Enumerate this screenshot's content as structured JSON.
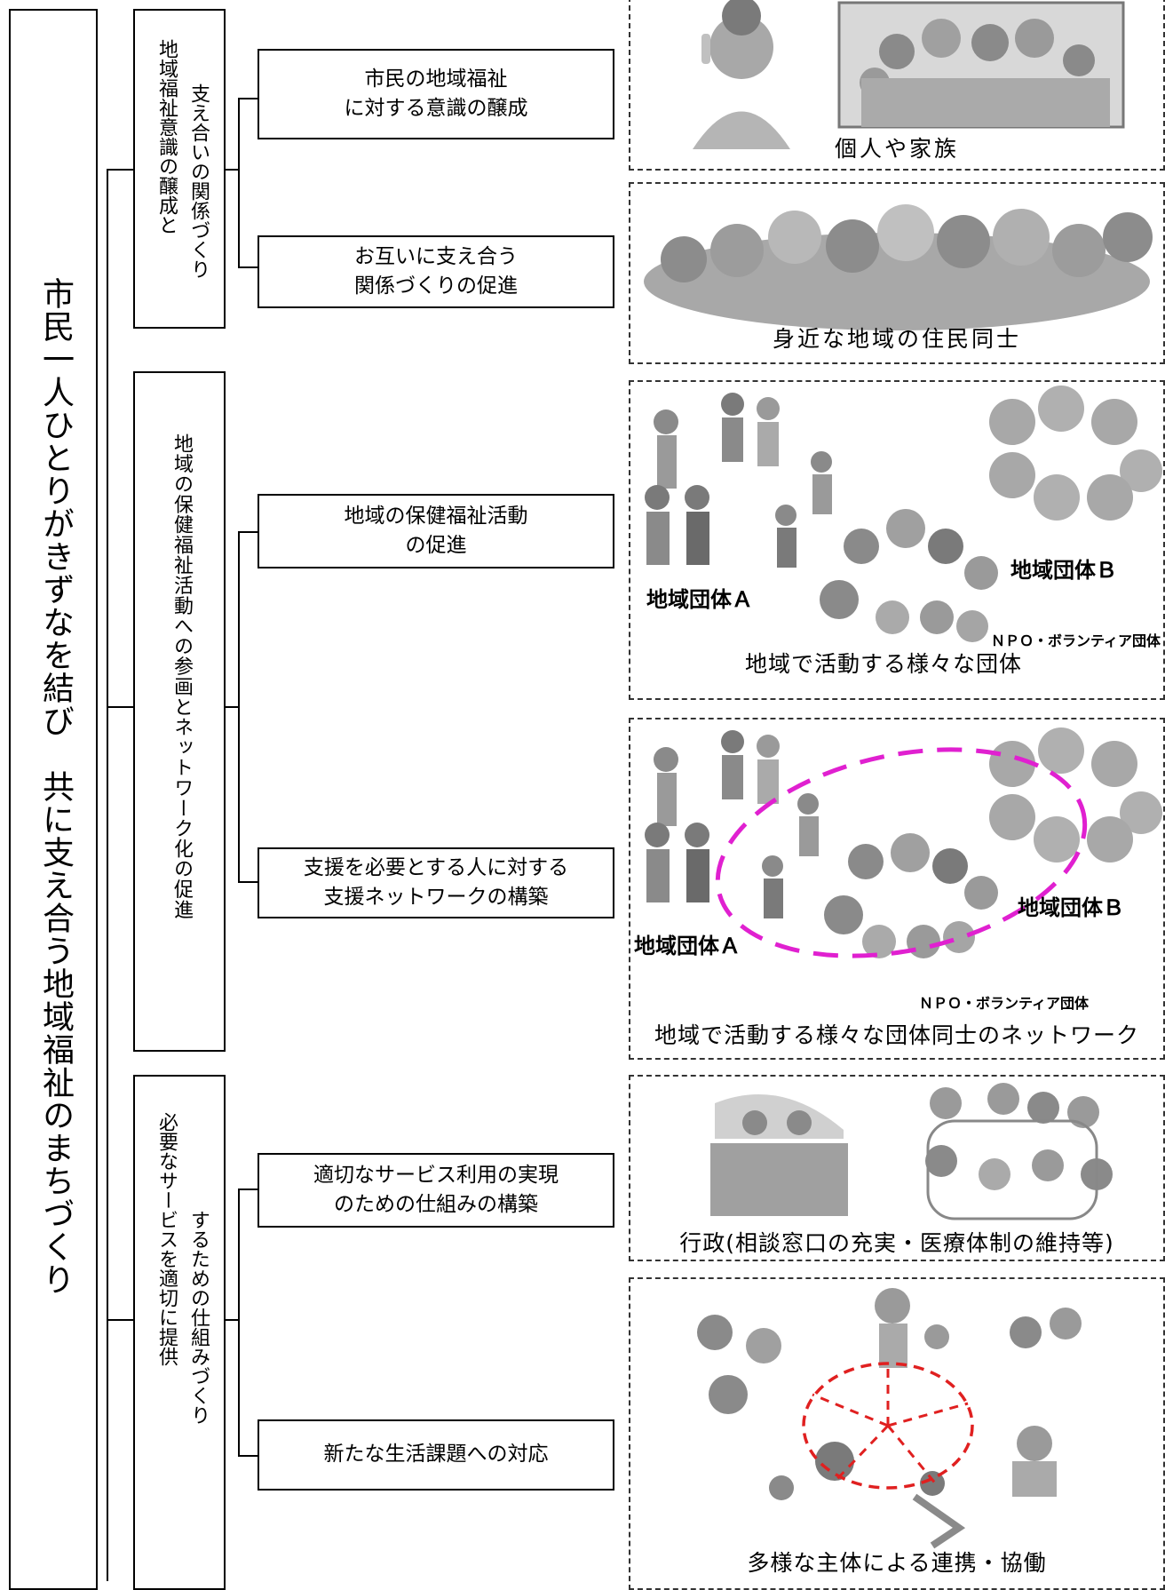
{
  "main_theme": "市民一人ひとりがきずなを結び　共に支え合う地域福祉のまちづくり",
  "goals": [
    {
      "title_col1": "支え合いの関係づくり",
      "title_col2": "地域福祉意識の醸成と"
    },
    {
      "title_col1": "地域の保健福祉活動への参画とネットワーク化の促進"
    },
    {
      "title_col1": "するための仕組みづくり",
      "title_col2": "必要なサービスを適切に提供"
    }
  ],
  "strategies": [
    "市民の地域福祉\nに対する意識の醸成",
    "お互いに支え合う\n関係づくりの促進",
    "地域の保健福祉活動\nの促進",
    "支援を必要とする人に対する\n支援ネットワークの構築",
    "適切なサービス利用の実現\nのための仕組みの構築",
    "新たな生活課題への対応"
  ],
  "panels": [
    {
      "caption": "個人や家族"
    },
    {
      "caption": "身近な地域の住民同士"
    },
    {
      "caption": "地域で活動する様々な団体",
      "group_a": "地域団体Ａ",
      "group_b": "地域団体Ｂ",
      "npo": "ＮＰＯ・ボランティア団体"
    },
    {
      "caption": "地域で活動する様々な団体同士のネットワーク",
      "group_a": "地域団体Ａ",
      "group_b": "地域団体Ｂ",
      "npo": "ＮＰＯ・ボランティア団体"
    },
    {
      "caption": "行政(相談窓口の充実・医療体制の維持等)"
    },
    {
      "caption": "多様な主体による連携・協働"
    }
  ],
  "colors": {
    "network_dash": "#e020d0",
    "coop_dash": "#e02020",
    "illustration_gray": "#9a9a9a"
  }
}
